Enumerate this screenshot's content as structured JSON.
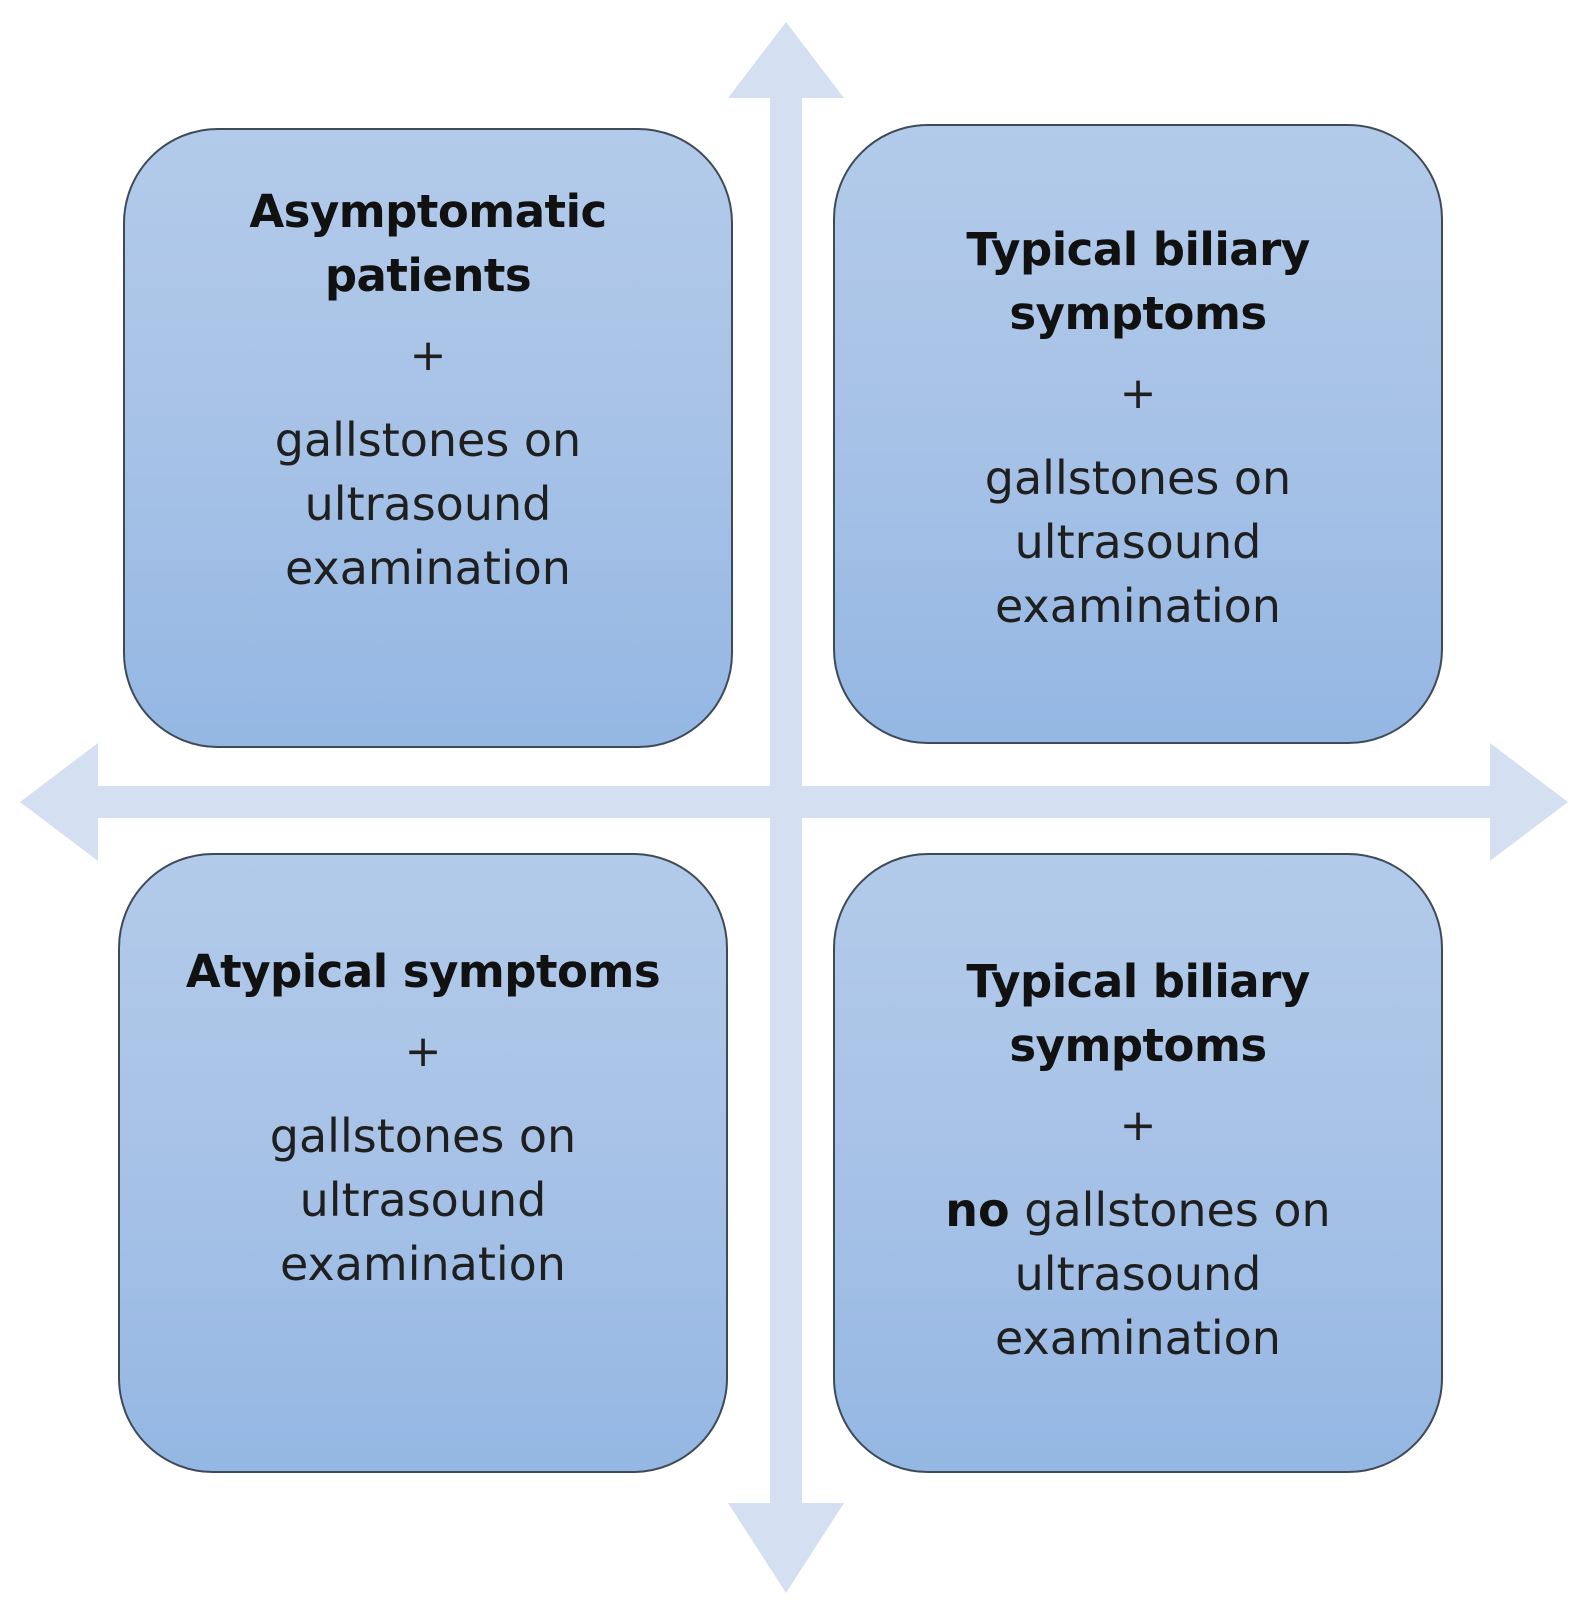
{
  "quadrants": {
    "top_left": {
      "title": "Asymptomatic patients",
      "plus": "+",
      "finding": "gallstones on ultrasound examination"
    },
    "top_right": {
      "title": "Typical biliary symptoms",
      "plus": "+",
      "finding": "gallstones on ultrasound examination"
    },
    "bottom_left": {
      "title": "Atypical symptoms",
      "plus": "+",
      "finding": "gallstones on ultrasound examination"
    },
    "bottom_right": {
      "title": "Typical biliary symptoms",
      "plus": "+",
      "finding_prefix": "no",
      "finding": "gallstones on ultrasound examination"
    }
  },
  "colors": {
    "box_fill_top": "#b3cbea",
    "box_fill_bottom": "#94b7e3",
    "box_border": "#3f4a57",
    "axis_arrow": "#d4e0f1"
  }
}
